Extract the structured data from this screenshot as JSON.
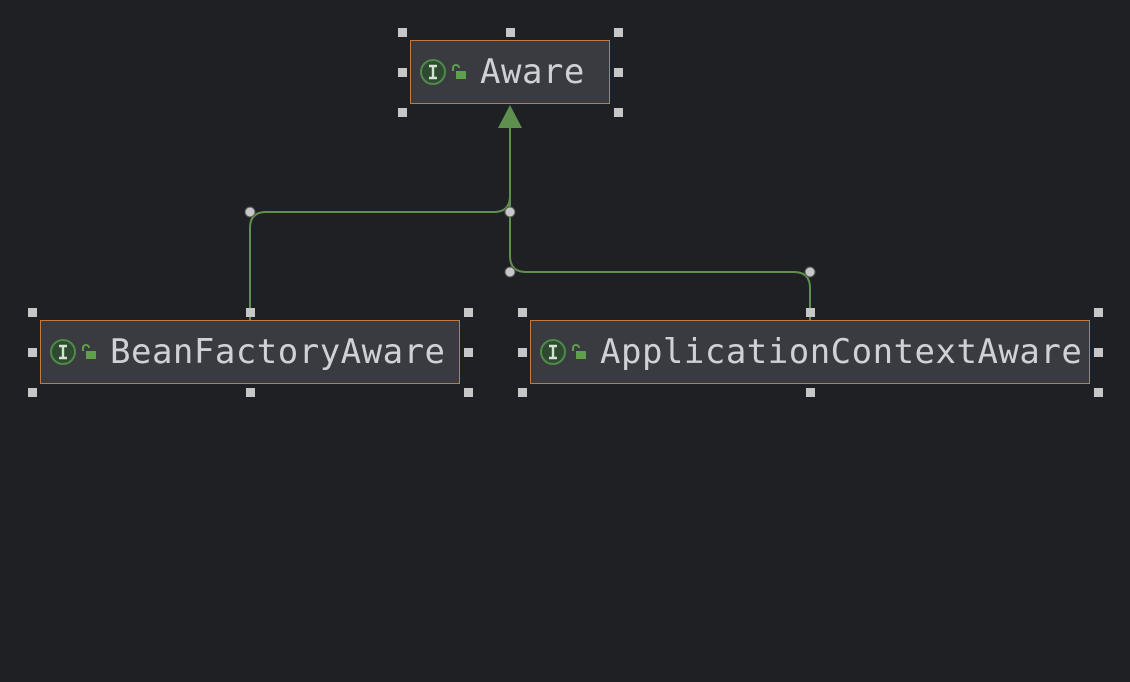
{
  "diagram": {
    "nodes": [
      {
        "id": "aware",
        "label": "Aware",
        "kind": "interface",
        "visibility": "public"
      },
      {
        "id": "bean-factory-aware",
        "label": "BeanFactoryAware",
        "kind": "interface",
        "visibility": "public"
      },
      {
        "id": "application-context-aware",
        "label": "ApplicationContextAware",
        "kind": "interface",
        "visibility": "public"
      }
    ],
    "edges": [
      {
        "from": "bean-factory-aware",
        "to": "aware",
        "type": "extends"
      },
      {
        "from": "application-context-aware",
        "to": "aware",
        "type": "extends"
      }
    ],
    "selected": [
      "aware",
      "bean-factory-aware",
      "application-context-aware"
    ]
  },
  "colors": {
    "background": "#1f2023",
    "node_fill": "#393b40",
    "node_border": "#c57a3d",
    "edge": "#5f8f4e",
    "interface_icon": "#4f8a4a",
    "text": "#cfd1d6",
    "handle": "#c7c7c7"
  }
}
